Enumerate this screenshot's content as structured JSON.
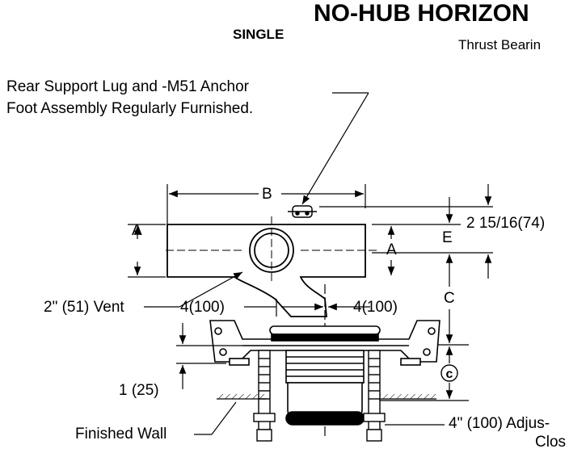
{
  "header": {
    "title": "NO-HUB HORIZON",
    "subtitle": "SINGLE",
    "note": "Thrust Bearin"
  },
  "callouts": {
    "rear_support_line1": "Rear Support Lug and -M51 Anchor",
    "rear_support_line2": "Foot Assembly Regularly Furnished.",
    "vent": "2\" (51) Vent",
    "left_offset": "4(100)",
    "right_offset": "4(100)",
    "spacing": "1 (25)",
    "finished_wall": "Finished Wall",
    "adjustable_line1": "4\" (100) Adjus-",
    "adjustable_line2": "Clos",
    "offset_e_value": "2 15/16(74)",
    "centerline_symbol": "c"
  },
  "dimensions": {
    "b": "B",
    "a_left": "A",
    "a_right": "A",
    "e": "E",
    "c": "C"
  }
}
